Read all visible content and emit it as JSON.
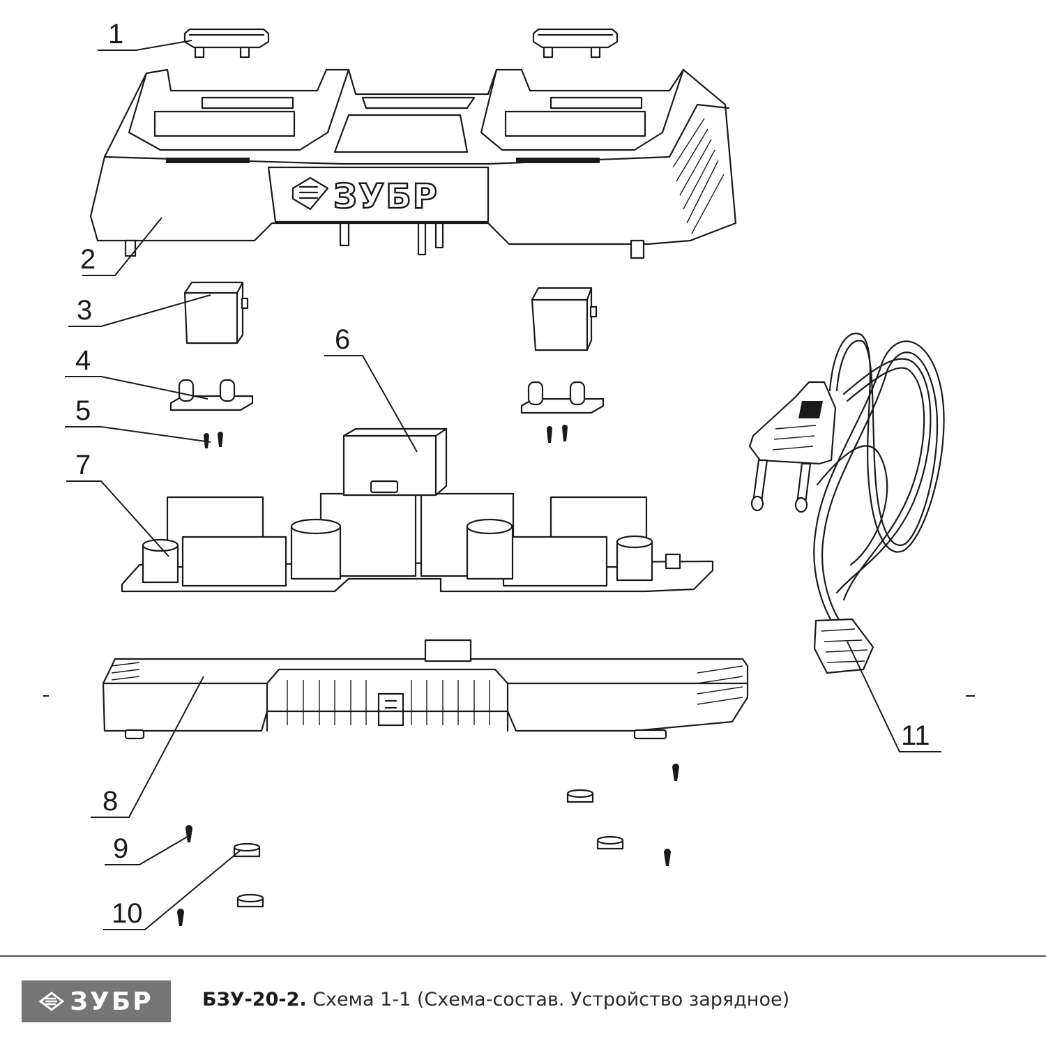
{
  "diagram": {
    "callouts": [
      "1",
      "2",
      "3",
      "4",
      "5",
      "6",
      "7",
      "8",
      "9",
      "10",
      "11"
    ],
    "housing_logo": "ЗУБР"
  },
  "footer": {
    "brand": "ЗУБР",
    "model": "БЗУ-20-2.",
    "description": "Схема 1-1 (Схема-состав. Устройство зарядное)"
  }
}
